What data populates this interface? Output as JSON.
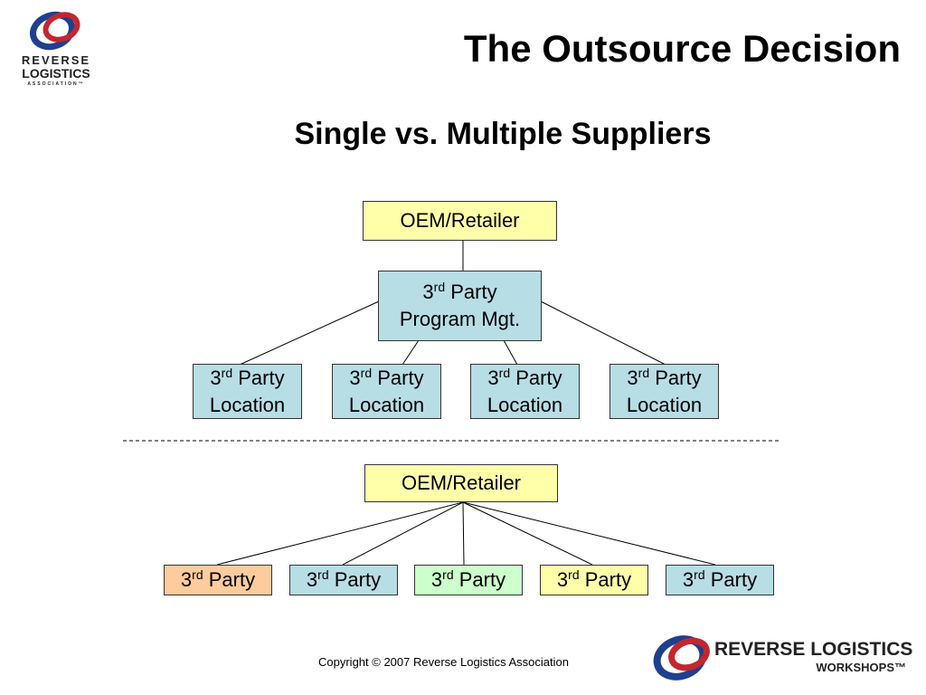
{
  "header": {
    "title": "The Outsource Decision",
    "subtitle": "Single vs. Multiple Suppliers"
  },
  "logo_top": {
    "line1": "REVERSE",
    "line2": "LOGISTICS",
    "line3": "ASSOCIATION™"
  },
  "diagram_top": {
    "root": "OEM/Retailer",
    "manager": {
      "base": "3",
      "sup": "rd",
      "rest": " Party",
      "line2": "Program Mgt."
    },
    "locations": [
      {
        "base": "3",
        "sup": "rd",
        "rest": " Party",
        "line2": "Location"
      },
      {
        "base": "3",
        "sup": "rd",
        "rest": " Party",
        "line2": "Location"
      },
      {
        "base": "3",
        "sup": "rd",
        "rest": " Party",
        "line2": "Location"
      },
      {
        "base": "3",
        "sup": "rd",
        "rest": " Party",
        "line2": "Location"
      }
    ]
  },
  "diagram_bottom": {
    "root": "OEM/Retailer",
    "parties": [
      {
        "base": "3",
        "sup": "rd",
        "rest": " Party",
        "color": "#fccc9c"
      },
      {
        "base": "3",
        "sup": "rd",
        "rest": " Party",
        "color": "#b7dde5"
      },
      {
        "base": "3",
        "sup": "rd",
        "rest": " Party",
        "color": "#ccffcc"
      },
      {
        "base": "3",
        "sup": "rd",
        "rest": " Party",
        "color": "#ffffaa"
      },
      {
        "base": "3",
        "sup": "rd",
        "rest": " Party",
        "color": "#b7dde5"
      }
    ]
  },
  "colors": {
    "root_fill": "#ffffaa",
    "manager_fill": "#b7dde5",
    "location_fill": "#b7dde5",
    "logo_blue": "#1f3f8f",
    "logo_red": "#c4262e"
  },
  "logo_bottom": {
    "line1": "REVERSE LOGISTICS",
    "line2": "WORKSHOPS™"
  },
  "footer": {
    "copyright": "Copyright © 2007 Reverse Logistics Association"
  }
}
